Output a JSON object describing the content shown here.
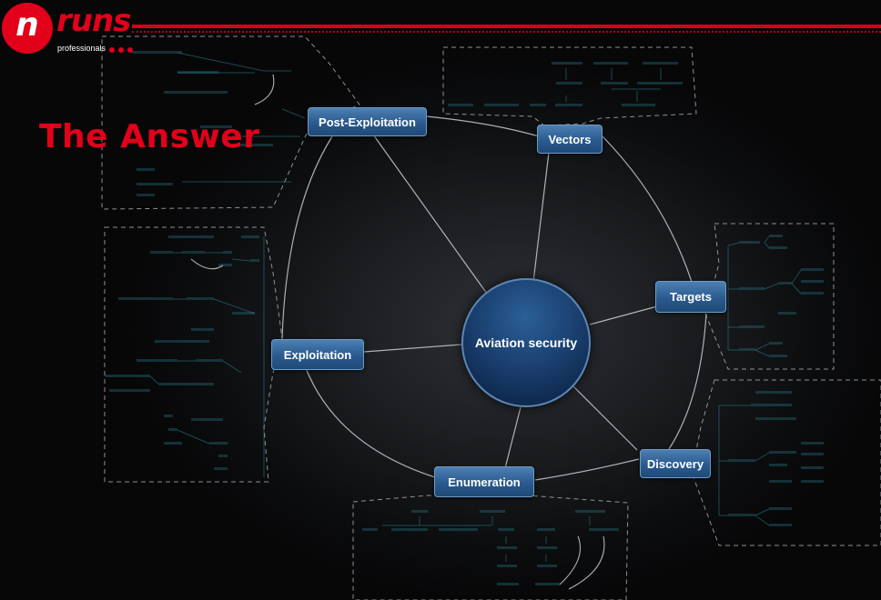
{
  "logo": {
    "letter": "n",
    "wordmark": "runs",
    "tagline": "professionals"
  },
  "slide": {
    "title": "The Answer"
  },
  "mindmap": {
    "center": "Aviation security",
    "branches": [
      {
        "id": "post-exploitation",
        "label": "Post-Exploitation"
      },
      {
        "id": "vectors",
        "label": "Vectors"
      },
      {
        "id": "targets",
        "label": "Targets"
      },
      {
        "id": "discovery",
        "label": "Discovery"
      },
      {
        "id": "enumeration",
        "label": "Enumeration"
      },
      {
        "id": "exploitation",
        "label": "Exploitation"
      }
    ]
  },
  "colors": {
    "brand_red": "#e2001a",
    "node_blue": "#2a5a8e",
    "connector": "#c9cdd2",
    "detail_text": "#2b7f8c"
  }
}
